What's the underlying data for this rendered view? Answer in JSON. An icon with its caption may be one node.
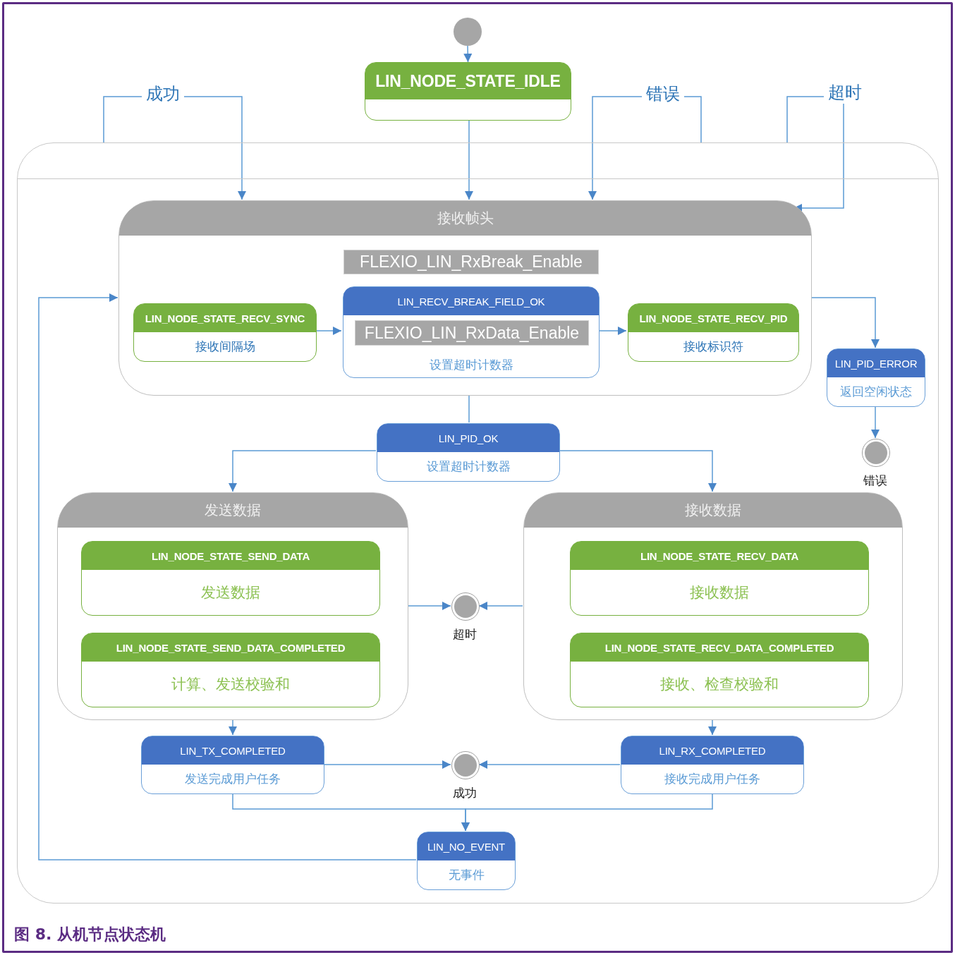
{
  "diagram": {
    "caption": "图 8. 从机节点状态机",
    "nodes": [
      {
        "text": [],
        "shape": "circle"
      },
      {
        "text": [
          "LIN_NODE_STATE_IDLE"
        ]
      },
      {
        "text": [],
        "shape": "box"
      },
      {
        "text": [
          "接收帧头"
        ],
        "in": 2
      },
      {
        "text": [
          "FLEXIO_LIN_RxBreak_Enable"
        ],
        "in": 3
      },
      {
        "text": [
          "LIN_NODE_STATE_RECV_SYNC",
          "接收间隔场"
        ],
        "in": 3
      },
      {
        "text": [
          "LIN_RECV_BREAK_FIELD_OK",
          "设置超时计数器"
        ],
        "in": 3
      },
      {
        "text": [
          "FLEXIO_LIN_RxData_Enable"
        ],
        "in": 6
      },
      {
        "text": [
          "LIN_NODE_STATE_RECV_PID",
          "接收标识符"
        ],
        "in": 3
      },
      {
        "text": [
          "LIN_PID_ERROR",
          "返回空闲状态"
        ],
        "in": 2
      },
      {
        "text": [],
        "shape": "circle",
        "beside": [
          "错误"
        ],
        "in": 2
      },
      {
        "text": [
          "LIN_PID_OK",
          "设置超时计数器"
        ],
        "in": 2
      },
      {
        "text": [
          "发送数据"
        ],
        "in": 2
      },
      {
        "text": [
          "LIN_NODE_STATE_SEND_DATA",
          "发送数据"
        ],
        "in": 12
      },
      {
        "text": [
          "LIN_NODE_STATE_SEND_DATA_COMPLETED",
          "计算、发送校验和"
        ],
        "in": 12
      },
      {
        "text": [],
        "shape": "circle",
        "beside": [
          "超时"
        ],
        "in": 2
      },
      {
        "text": [
          "接收数据"
        ],
        "in": 2
      },
      {
        "text": [
          "LIN_NODE_STATE_RECV_DATA",
          "接收数据"
        ],
        "in": 16
      },
      {
        "text": [
          "LIN_NODE_STATE_RECV_DATA_COMPLETED",
          "接收、检查校验和"
        ],
        "in": 16
      },
      {
        "text": [
          "LIN_TX_COMPLETED",
          "发送完成用户任务"
        ],
        "in": 2
      },
      {
        "text": [],
        "shape": "circle",
        "beside": [
          "成功"
        ],
        "in": 2
      },
      {
        "text": [
          "LIN_RX_COMPLETED",
          "接收完成用户任务"
        ],
        "in": 2
      },
      {
        "text": [
          "LIN_NO_EVENT",
          "无事件"
        ],
        "in": 2
      }
    ],
    "edges": [
      {
        "from": 0,
        "to": 1,
        "arrow": "to"
      },
      {
        "from": 1,
        "to": 3,
        "arrow": "to"
      },
      {
        "from": 2,
        "to": 3,
        "arrow": "to",
        "label": "成功"
      },
      {
        "from": 2,
        "to": 3,
        "arrow": "to",
        "label": "错误"
      },
      {
        "from": 2,
        "to": 3,
        "arrow": "to",
        "label": "超时"
      },
      {
        "from": 5,
        "to": 6,
        "arrow": "to"
      },
      {
        "from": 6,
        "to": 8,
        "arrow": "to"
      },
      {
        "from": 3,
        "to": 9,
        "arrow": "to"
      },
      {
        "from": 9,
        "to": 10,
        "arrow": "to"
      },
      {
        "from": 3,
        "to": 11,
        "arrow": "none"
      },
      {
        "from": 11,
        "to": 12,
        "arrow": "to"
      },
      {
        "from": 11,
        "to": 16,
        "arrow": "to"
      },
      {
        "from": 12,
        "to": 15,
        "arrow": "to"
      },
      {
        "from": 16,
        "to": 15,
        "arrow": "to"
      },
      {
        "from": 12,
        "to": 19,
        "arrow": "to"
      },
      {
        "from": 16,
        "to": 21,
        "arrow": "to"
      },
      {
        "from": 19,
        "to": 20,
        "arrow": "to"
      },
      {
        "from": 21,
        "to": 20,
        "arrow": "to"
      },
      {
        "from": 19,
        "to": 22,
        "arrow": "to"
      },
      {
        "from": 21,
        "to": 22,
        "arrow": "to"
      },
      {
        "from": 22,
        "to": 3,
        "arrow": "to"
      }
    ]
  }
}
